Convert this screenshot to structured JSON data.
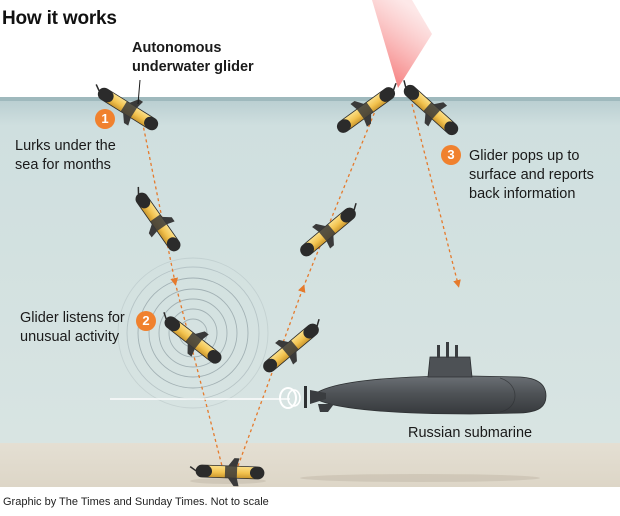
{
  "title": "How it works",
  "labels": {
    "glider": [
      "Autonomous",
      "underwater glider"
    ],
    "step1": [
      "Lurks under the",
      "sea for months"
    ],
    "step2": [
      "Glider listens for",
      "unusual activity"
    ],
    "step3": [
      "Glider pops up to",
      "surface and reports",
      "back information"
    ],
    "submarine": "Russian submarine"
  },
  "steps": [
    "1",
    "2",
    "3"
  ],
  "footer": "Graphic by The Times and Sunday Times. Not to scale",
  "colors": {
    "sea": "#cddddd",
    "sea_surface": "#a9c2c5",
    "seabed": "#dcd6c9",
    "glider_body": "#f3c75a",
    "submarine": "#4a4e52",
    "badge": "#f0812e",
    "path": "#e57a2c",
    "signal": "#f45a5a"
  }
}
